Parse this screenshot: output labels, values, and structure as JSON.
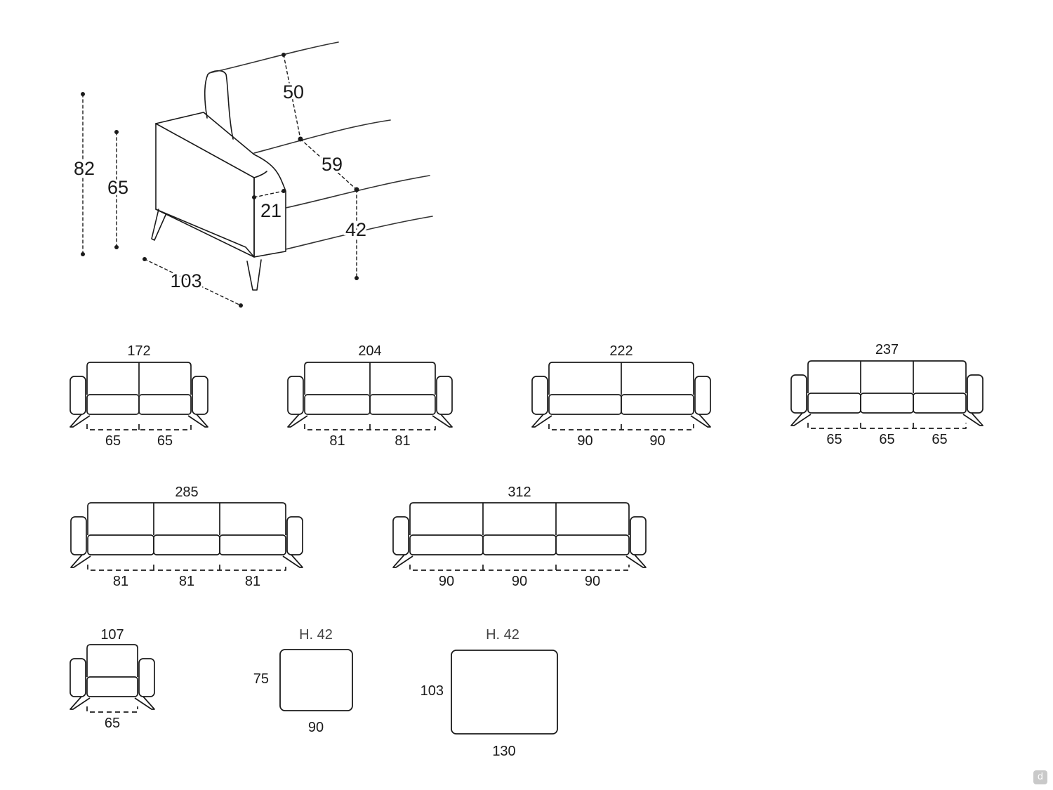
{
  "detail": {
    "total_height": "82",
    "arm_height": "65",
    "back_height": "50",
    "seat_depth_inner": "59",
    "arm_width": "21",
    "seat_height": "42",
    "depth": "103"
  },
  "sofas": [
    {
      "width": "172",
      "seats": [
        "65",
        "65"
      ]
    },
    {
      "width": "204",
      "seats": [
        "81",
        "81"
      ]
    },
    {
      "width": "222",
      "seats": [
        "90",
        "90"
      ]
    },
    {
      "width": "237",
      "seats": [
        "65",
        "65",
        "65"
      ]
    },
    {
      "width": "285",
      "seats": [
        "81",
        "81",
        "81"
      ]
    },
    {
      "width": "312",
      "seats": [
        "90",
        "90",
        "90"
      ]
    },
    {
      "width": "107",
      "seats": [
        "65"
      ]
    }
  ],
  "poufs": [
    {
      "height_label": "H. 42",
      "depth": "75",
      "width": "90"
    },
    {
      "height_label": "H. 42",
      "depth": "103",
      "width": "130"
    }
  ],
  "badge": "d",
  "colors": {
    "line": "#1a1a1a",
    "badge": "#c9c9c9"
  }
}
